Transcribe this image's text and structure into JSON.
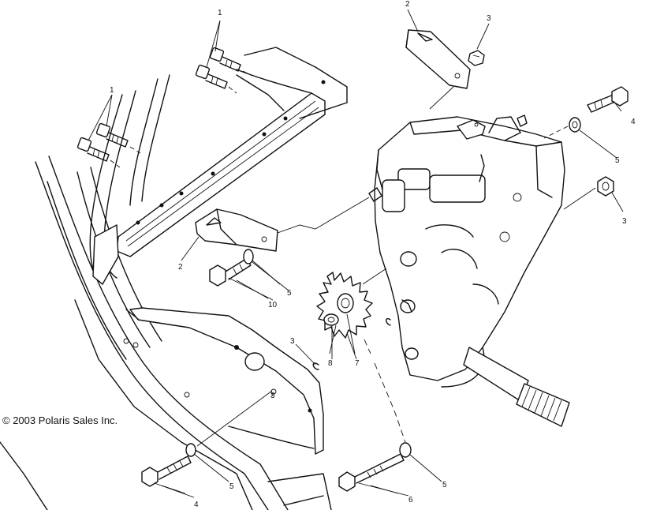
{
  "copyright": "© 2003 Polaris Sales Inc.",
  "callouts": [
    {
      "id": "c1a",
      "text": "1"
    },
    {
      "id": "c1b",
      "text": "1"
    },
    {
      "id": "c2a",
      "text": "2"
    },
    {
      "id": "c2b",
      "text": "2"
    },
    {
      "id": "c3a",
      "text": "3"
    },
    {
      "id": "c3b",
      "text": "3"
    },
    {
      "id": "c3c",
      "text": "3"
    },
    {
      "id": "c3d",
      "text": "3"
    },
    {
      "id": "c4a",
      "text": "4"
    },
    {
      "id": "c4b",
      "text": "4"
    },
    {
      "id": "c5a",
      "text": "5"
    },
    {
      "id": "c5b",
      "text": "5"
    },
    {
      "id": "c5c",
      "text": "5"
    },
    {
      "id": "c5d",
      "text": "5"
    },
    {
      "id": "c6",
      "text": "6"
    },
    {
      "id": "c7",
      "text": "7"
    },
    {
      "id": "c8",
      "text": "8"
    },
    {
      "id": "c10",
      "text": "10"
    }
  ]
}
